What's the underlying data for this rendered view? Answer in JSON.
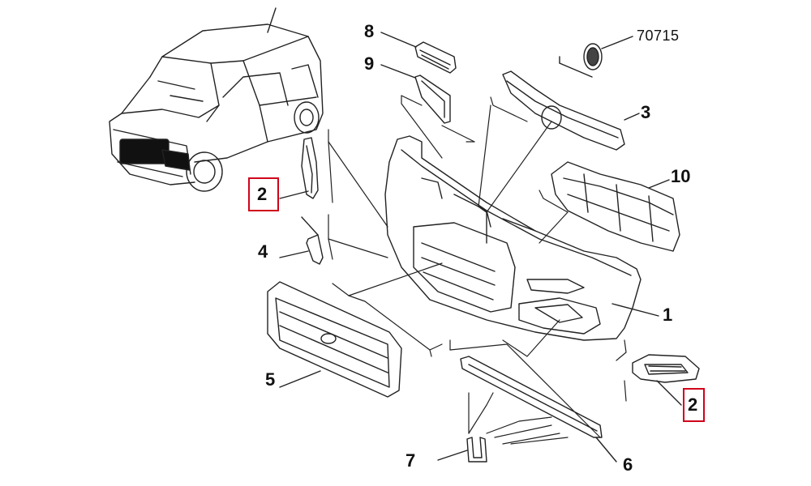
{
  "diagram": {
    "accent_color": "#d0021b",
    "line_color": "#222222",
    "callouts": [
      {
        "id": "c1",
        "label": "1",
        "highlighted": false
      },
      {
        "id": "c2a",
        "label": "2",
        "highlighted": true
      },
      {
        "id": "c2b",
        "label": "2",
        "highlighted": true
      },
      {
        "id": "c3",
        "label": "3",
        "highlighted": false
      },
      {
        "id": "c4",
        "label": "4",
        "highlighted": false
      },
      {
        "id": "c5",
        "label": "5",
        "highlighted": false
      },
      {
        "id": "c6",
        "label": "6",
        "highlighted": false
      },
      {
        "id": "c7",
        "label": "7",
        "highlighted": false
      },
      {
        "id": "c8",
        "label": "8",
        "highlighted": false
      },
      {
        "id": "c9",
        "label": "9",
        "highlighted": false
      },
      {
        "id": "c10",
        "label": "10",
        "highlighted": false
      },
      {
        "id": "c70715",
        "label": "70715",
        "highlighted": false
      }
    ]
  }
}
